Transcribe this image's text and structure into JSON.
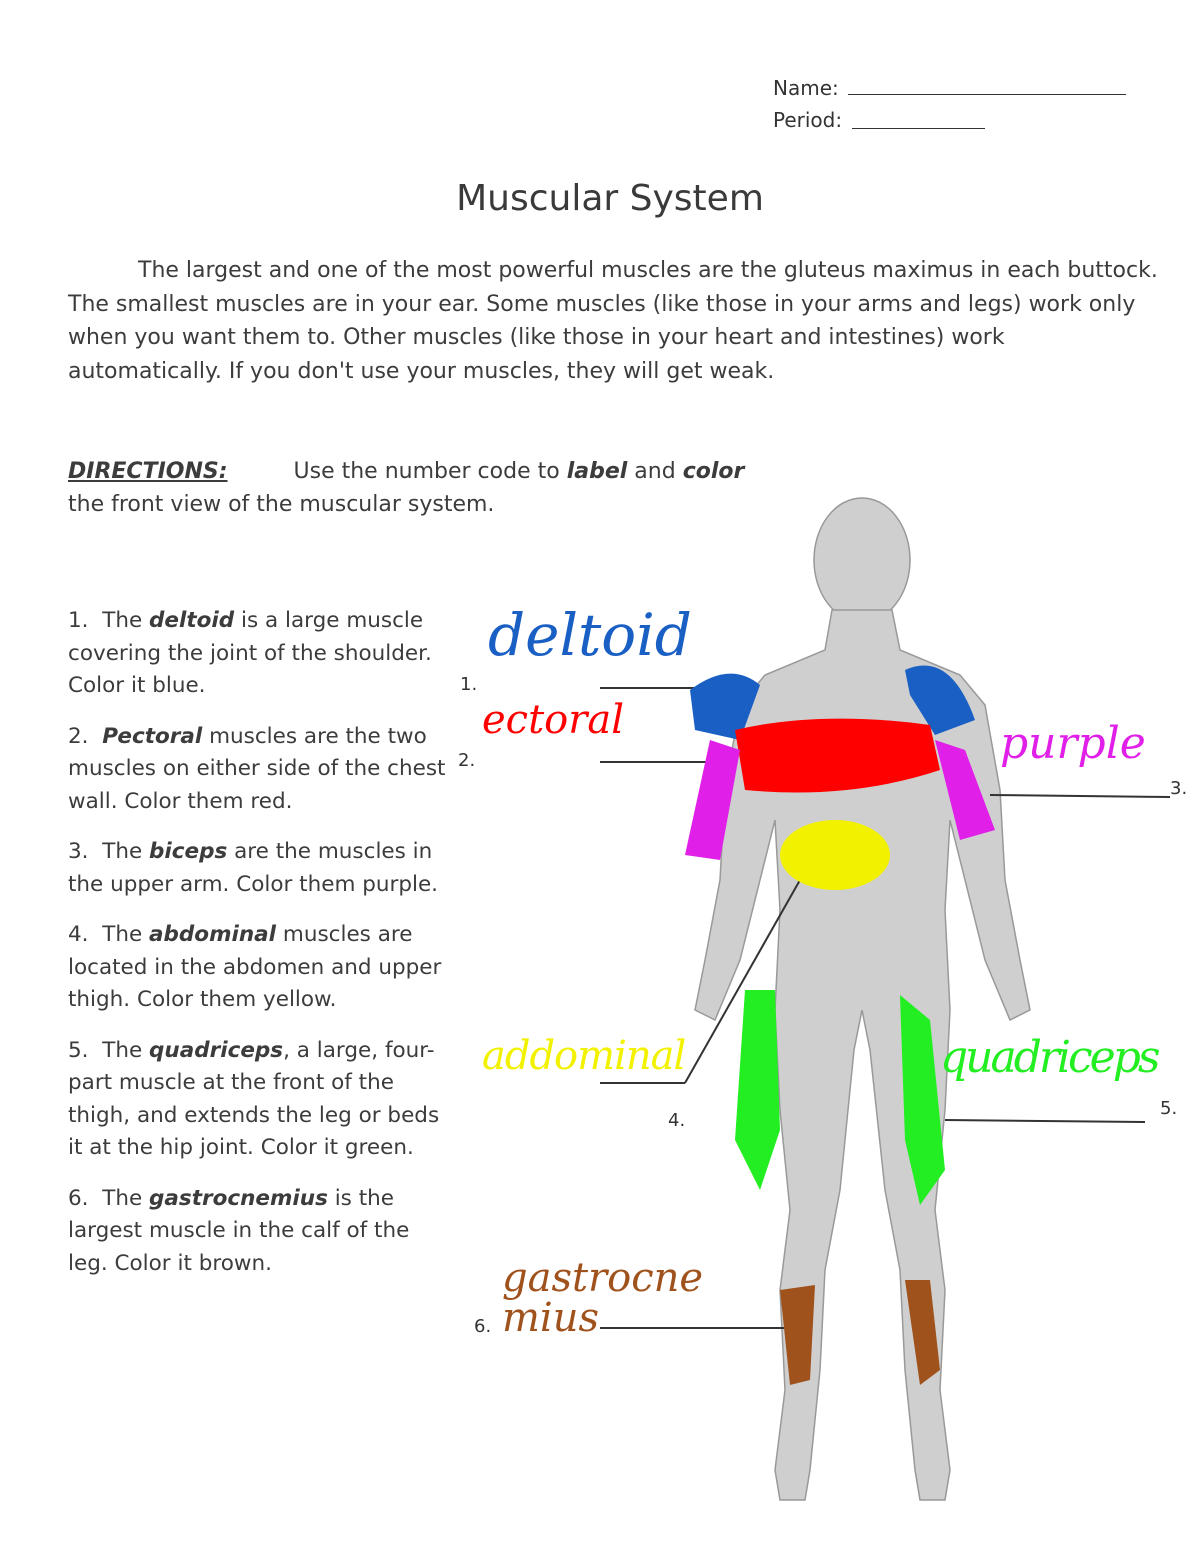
{
  "header": {
    "name_label": "Name:",
    "period_label": "Period:"
  },
  "title": "Muscular System",
  "intro": "The largest and one of the most powerful muscles are the gluteus maximus in each buttock.  The smallest muscles are in your ear.  Some muscles (like those in your arms and legs) work only when you want them to.  Other muscles (like those in your heart and intestines) work automatically.  If you don't use your muscles, they will get weak.",
  "directions": {
    "label": "DIRECTIONS:",
    "text_a": "Use the number code to ",
    "em1": "label",
    "text_b": " and ",
    "em2": "color",
    "text_c": "the front view of the muscular system."
  },
  "items": [
    {
      "num": "1.",
      "pre": "The ",
      "term": "deltoid",
      "post": " is a large muscle covering the joint of the shoulder. Color it blue."
    },
    {
      "num": "2.",
      "pre": "",
      "term": "Pectoral",
      "post": " muscles are the two muscles on either side of the chest wall.  Color them red."
    },
    {
      "num": "3.",
      "pre": "The ",
      "term": "biceps",
      "post": " are the muscles in the upper arm.  Color them purple."
    },
    {
      "num": "4.",
      "pre": "The ",
      "term": "abdominal",
      "post": " muscles are located in the abdomen and upper thigh.  Color them yellow."
    },
    {
      "num": "5.",
      "pre": "The ",
      "term": "quadriceps",
      "post": ", a large, four-part muscle at the front of the thigh, and extends the leg or beds it at the hip joint. Color it green."
    },
    {
      "num": "6.",
      "pre": "The ",
      "term": "gastrocnemius",
      "post": " is the largest muscle in the calf of the leg.  Color it brown."
    }
  ],
  "labels": [
    {
      "num": "1.",
      "answer": "deltoid",
      "color": "#1a5fc4"
    },
    {
      "num": "2.",
      "answer": "ectoral",
      "color": "#ff0000"
    },
    {
      "num": "3.",
      "answer": "purple",
      "color": "#e020e8"
    },
    {
      "num": "4.",
      "answer": "addominal",
      "color": "#f2f200"
    },
    {
      "num": "5.",
      "answer": "quadriceps",
      "color": "#22ee22"
    },
    {
      "num": "6.",
      "answer": "gastrocne mius",
      "color": "#a0521d"
    }
  ]
}
